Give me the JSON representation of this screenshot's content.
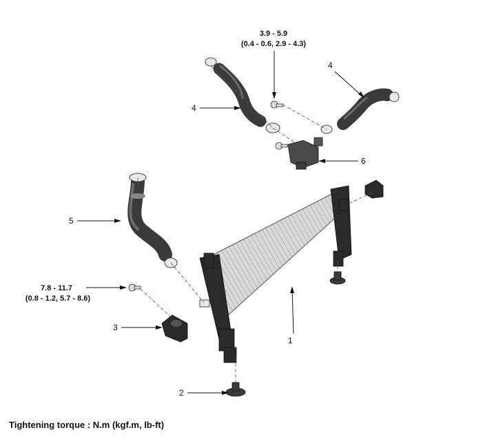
{
  "labels": {
    "radiator": "1",
    "insulator": "2",
    "bracket": "3",
    "upper_hose": "4",
    "lower_hose_right": "4",
    "lower_hose_left": "5",
    "water_outlet": "6"
  },
  "torque": {
    "upper": {
      "line1": "3.9 - 5.9",
      "line2": "(0.4 - 0.6, 2.9 - 4.3)"
    },
    "left": {
      "line1": "7.8 - 11.7",
      "line2": "(0.8 - 1.2, 5.7 - 8.6)"
    }
  },
  "footer": {
    "note": "Tightening torque : N.m (kgf.m, lb-ft)"
  }
}
